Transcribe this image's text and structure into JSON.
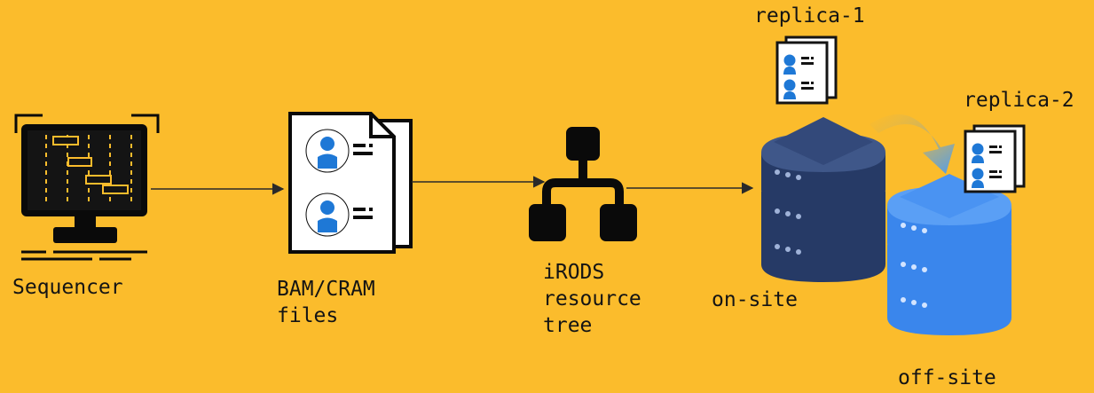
{
  "diagram": {
    "nodes": {
      "sequencer": {
        "label": "Sequencer",
        "icon": "sequencer-monitor-icon"
      },
      "files": {
        "label_lines": [
          "BAM/CRAM",
          "files"
        ],
        "icon": "document-stack-icon"
      },
      "irods": {
        "label_lines": [
          "iRODS",
          "resource",
          "tree"
        ],
        "icon": "hierarchy-tree-icon"
      },
      "onsite": {
        "label": "on-site",
        "icon": "server-stack-icon"
      },
      "offsite": {
        "label": "off-site",
        "icon": "server-stack-icon"
      }
    },
    "replicas": {
      "replica1": "replica-1",
      "replica2": "replica-2"
    },
    "edges": [
      {
        "from": "sequencer",
        "to": "files"
      },
      {
        "from": "files",
        "to": "irods"
      },
      {
        "from": "irods",
        "to": "onsite"
      },
      {
        "from": "onsite",
        "to": "offsite"
      }
    ]
  },
  "colors": {
    "background": "#FBBC2C",
    "icon_black": "#0A0A0A",
    "document_blue": "#1E78D6",
    "server_dark_navy": "#2B3F6E",
    "server_light_blue": "#3F8CF0",
    "replication_arrow": "#5AA8F2"
  }
}
